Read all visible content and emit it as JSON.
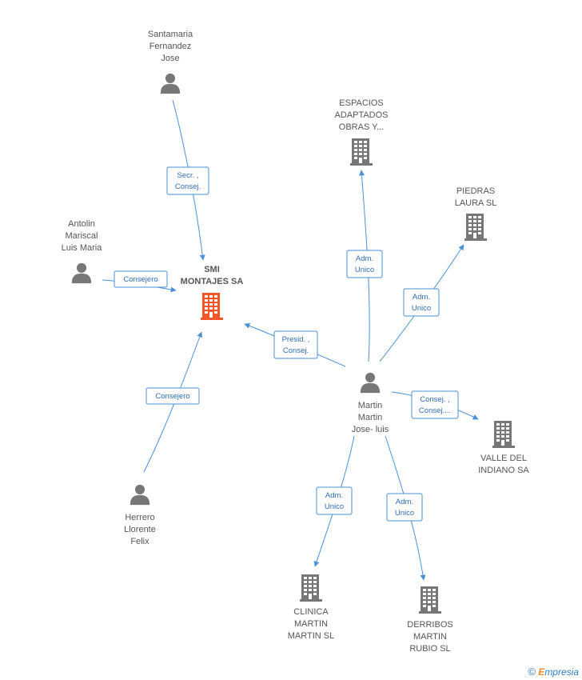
{
  "colors": {
    "edge": "#4a90d9",
    "edge_text": "#2f6db5",
    "person": "#777777",
    "company": "#777777",
    "main_company": "#f0562a",
    "label": "#555555"
  },
  "nodes": [
    {
      "id": "smi",
      "type": "company",
      "main": true,
      "label_lines": [
        "SMI",
        "MONTAJES SA"
      ]
    },
    {
      "id": "santamaria",
      "type": "person",
      "label_lines": [
        "Santamaria",
        "Fernandez",
        "Jose"
      ]
    },
    {
      "id": "antolin",
      "type": "person",
      "label_lines": [
        "Antolin",
        "Mariscal",
        "Luis Maria"
      ]
    },
    {
      "id": "herrero",
      "type": "person",
      "label_lines": [
        "Herrero",
        "Llorente",
        "Felix"
      ]
    },
    {
      "id": "martin",
      "type": "person",
      "label_lines": [
        "Martin",
        "Martin",
        "Jose- luis"
      ]
    },
    {
      "id": "espacios",
      "type": "company",
      "label_lines": [
        "ESPACIOS",
        "ADAPTADOS",
        "OBRAS Y..."
      ]
    },
    {
      "id": "piedras",
      "type": "company",
      "label_lines": [
        "PIEDRAS",
        "LAURA SL"
      ]
    },
    {
      "id": "valle",
      "type": "company",
      "label_lines": [
        "VALLE DEL",
        "INDIANO SA"
      ]
    },
    {
      "id": "clinica",
      "type": "company",
      "label_lines": [
        "CLINICA",
        "MARTIN",
        "MARTIN SL"
      ]
    },
    {
      "id": "derribos",
      "type": "company",
      "label_lines": [
        "DERRIBOS",
        "MARTIN",
        "RUBIO SL"
      ]
    }
  ],
  "edges": [
    {
      "from": "santamaria",
      "to": "smi",
      "label_lines": [
        "Secr. ,",
        "Consej."
      ]
    },
    {
      "from": "antolin",
      "to": "smi",
      "label_lines": [
        "Consejero"
      ]
    },
    {
      "from": "herrero",
      "to": "smi",
      "label_lines": [
        "Consejero"
      ]
    },
    {
      "from": "martin",
      "to": "smi",
      "label_lines": [
        "Presid. ,",
        "Consej."
      ]
    },
    {
      "from": "martin",
      "to": "espacios",
      "label_lines": [
        "Adm.",
        "Unico"
      ]
    },
    {
      "from": "martin",
      "to": "piedras",
      "label_lines": [
        "Adm.",
        "Unico"
      ]
    },
    {
      "from": "martin",
      "to": "valle",
      "label_lines": [
        "Consej. ,",
        "Consej...."
      ]
    },
    {
      "from": "martin",
      "to": "clinica",
      "label_lines": [
        "Adm.",
        "Unico"
      ]
    },
    {
      "from": "martin",
      "to": "derribos",
      "label_lines": [
        "Adm.",
        "Unico"
      ]
    }
  ],
  "watermark": {
    "copyright": "©",
    "brand_first": "E",
    "brand_rest": "mpresia"
  }
}
